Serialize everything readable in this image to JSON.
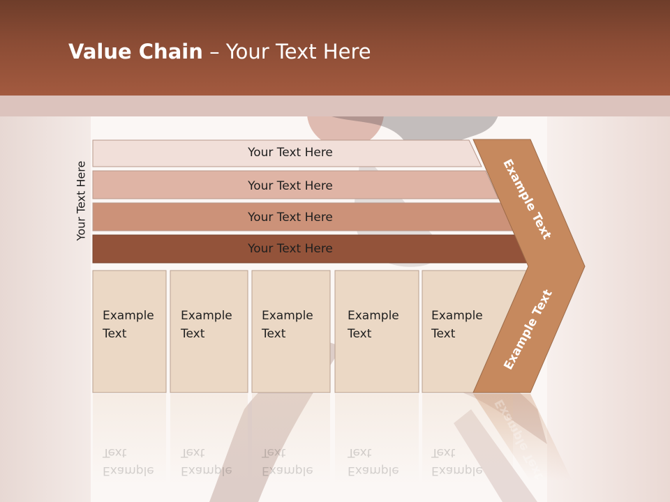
{
  "header": {
    "title_bold": "Value Chain",
    "title_rest": " – Your Text Here"
  },
  "side_label": "Your Text Here",
  "bars": [
    {
      "label": "Your Text Here",
      "color": "#f1dfd9"
    },
    {
      "label": "Your Text Here",
      "color": "#dfb4a5"
    },
    {
      "label": "Your Text Here",
      "color": "#cc9279"
    },
    {
      "label": "Your Text Here",
      "color": "#93533a"
    }
  ],
  "boxes": [
    {
      "line1": "Example",
      "line2": "Text"
    },
    {
      "line1": "Example",
      "line2": "Text"
    },
    {
      "line1": "Example",
      "line2": "Text"
    },
    {
      "line1": "Example",
      "line2": "Text"
    },
    {
      "line1": "Example",
      "line2": "Text"
    }
  ],
  "chevron": {
    "upper_label": "Example Text",
    "lower_label": "Example Text",
    "color": "#c6895e"
  },
  "colors": {
    "title_bar": "#a35a3f",
    "box_fill": "#ebd8c5",
    "box_stroke": "#b89f8f"
  }
}
